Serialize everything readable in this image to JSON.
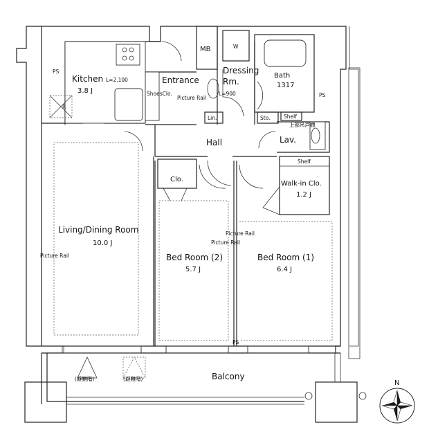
{
  "rooms": {
    "kitchen": {
      "name": "Kitchen",
      "area": "3.8 J",
      "ceiling": "L=2,100"
    },
    "entrance": {
      "name": "Entrance"
    },
    "shoes_closet": {
      "name": "ShoesClo."
    },
    "mb": {
      "name": "MB"
    },
    "washer": {
      "name": "W"
    },
    "dressing": {
      "name_line1": "Dressing",
      "name_line2": "Rm."
    },
    "bath": {
      "name": "Bath",
      "size": "1317"
    },
    "linen": {
      "name": "Lin."
    },
    "storage": {
      "name": "Sto."
    },
    "shelf_upper": {
      "name": "Shelf"
    },
    "upper_cabinet": {
      "name": "上部吊戸棚"
    },
    "lav": {
      "name": "Lav."
    },
    "hall": {
      "name": "Hall"
    },
    "closet": {
      "name": "Clo."
    },
    "walkin_shelf": {
      "name": "Shelf"
    },
    "walkin": {
      "name": "Walk-in Clo.",
      "area": "1.2 J"
    },
    "living": {
      "name": "Living/Dining Room",
      "area": "10.0 J"
    },
    "bed2": {
      "name": "Bed Room (2)",
      "area": "5.7 J"
    },
    "bed1": {
      "name": "Bed Room (1)",
      "area": "6.4 J"
    },
    "balcony": {
      "name": "Balcony"
    }
  },
  "annotations": {
    "ps_left": "PS",
    "ps_right": "PS",
    "ps_bottom": "PS",
    "refrigerator": "R",
    "ceiling_height": "L=900",
    "picture_rail_entrance": "Picture Rail",
    "picture_rail_living": "Picture Rail",
    "picture_rail_bed1": "Picture Rail",
    "picture_rail_bed2": "Picture Rail",
    "evac_left": "(避難階)",
    "evac_right": "(避難階)"
  },
  "compass": {
    "north_label": "N"
  },
  "colors": {
    "wall": "#222222",
    "background": "#ffffff",
    "compass_dark": "#1a1a1a"
  }
}
